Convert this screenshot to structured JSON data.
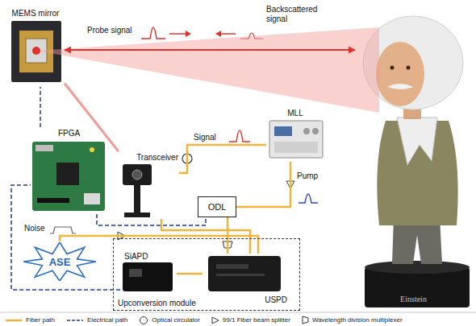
{
  "diagram": {
    "nodes": [
      {
        "text": [
          "MEMS mirror"
        ]
      },
      {
        "text": [
          "Transceiver"
        ]
      },
      {
        "text": [
          "MLL"
        ]
      },
      {
        "text": [
          "FPGA"
        ]
      },
      {
        "text": [
          "ODL"
        ]
      },
      {
        "text": [
          "ASE"
        ]
      },
      {
        "text": [
          "Upconversion module"
        ]
      },
      {
        "text": [
          "SiAPD"
        ],
        "in": 6
      },
      {
        "text": [
          "USPD"
        ],
        "in": 6
      },
      {
        "text": [
          "Einstein"
        ]
      }
    ],
    "edges": [
      {
        "from": 0,
        "to": 9,
        "arrow": "both"
      },
      {
        "from": 1,
        "to": 0,
        "arrow": "none"
      },
      {
        "from": 3,
        "to": 0,
        "arrow": "none"
      },
      {
        "from": 2,
        "to": 1,
        "arrow": "none"
      },
      {
        "from": 2,
        "to": 4,
        "arrow": "none"
      },
      {
        "from": 3,
        "to": 4,
        "arrow": "none"
      },
      {
        "from": 4,
        "to": 8,
        "arrow": "none"
      },
      {
        "from": 1,
        "to": 8,
        "arrow": "none"
      },
      {
        "from": 5,
        "to": 8,
        "arrow": "none"
      },
      {
        "from": 7,
        "to": 3,
        "arrow": "none"
      },
      {
        "from": 8,
        "to": 7,
        "arrow": "none"
      }
    ],
    "labels": [
      "Probe signal",
      "Backscattered signal",
      "Signal",
      "Pump",
      "Noise"
    ],
    "legend": [
      {
        "text": "Fiber path"
      },
      {
        "text": "Electrical path"
      },
      {
        "text": "Optical circulator"
      },
      {
        "text": "99/1 Fiber beam splitter"
      },
      {
        "text": "Wavelength division multiplexer"
      }
    ]
  }
}
